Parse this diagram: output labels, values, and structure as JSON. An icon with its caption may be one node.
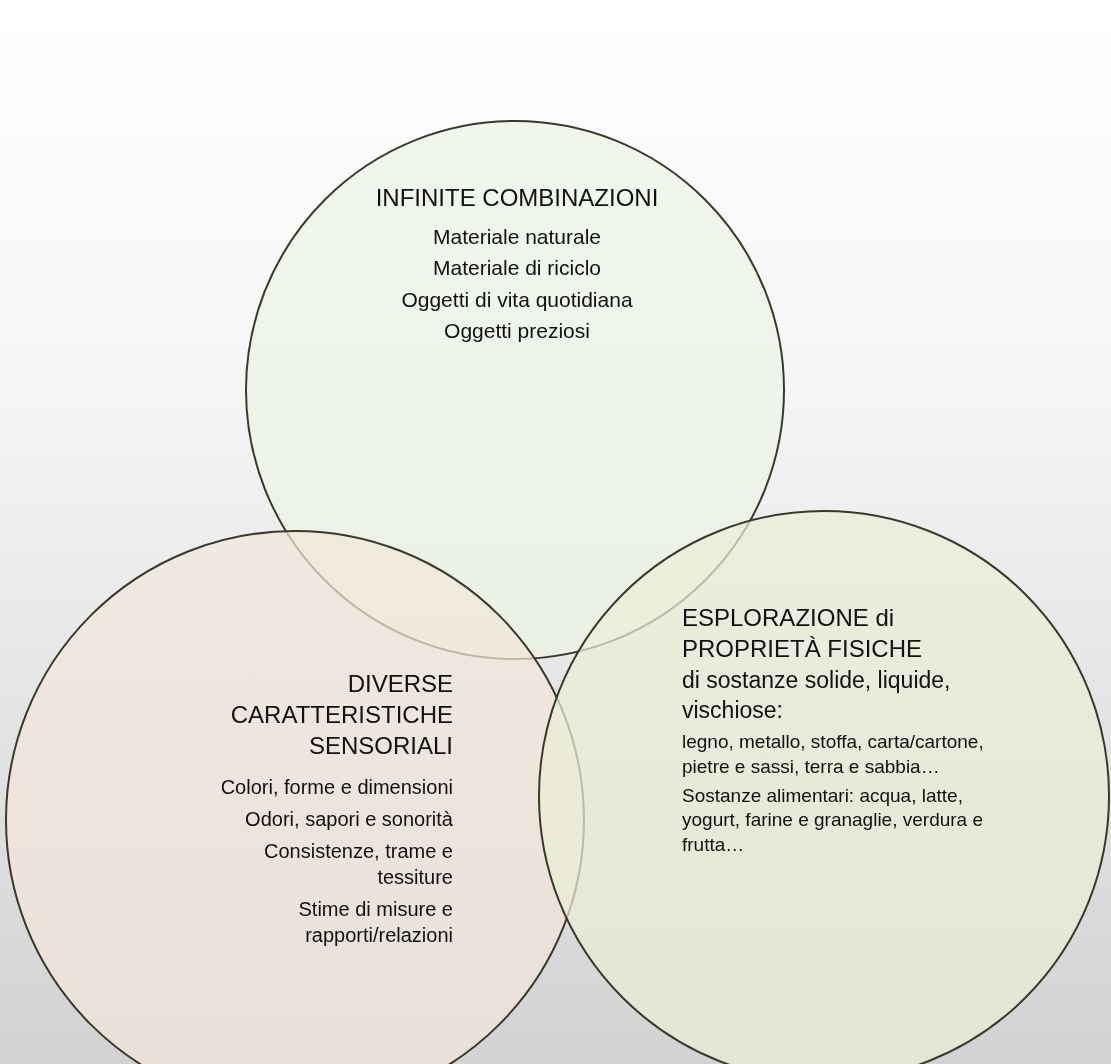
{
  "diagram": {
    "nodes": [
      {
        "text": [
          "INFINITE COMBINAZIONI",
          "Materiale naturale",
          "Materiale di riciclo",
          "Oggetti di vita quotidiana",
          "Oggetti preziosi"
        ]
      },
      {
        "text": [
          "DIVERSE CARATTERISTICHE SENSORIALI",
          "Colori, forme e dimensioni",
          "Odori, sapori e sonorità",
          "Consistenze, trame e tessiture",
          "Stime di misure e rapporti/relazioni"
        ]
      },
      {
        "text": [
          "ESPLORAZIONE di PROPRIETÀ FISICHE",
          "di sostanze solide, liquide, vischiose:",
          "legno, metallo, stoffa, carta/cartone, pietre e sassi, terra e sabbia…",
          "Sostanze alimentari: acqua, latte, yogurt, farine e granaglie, verdura e frutta…"
        ]
      }
    ]
  }
}
